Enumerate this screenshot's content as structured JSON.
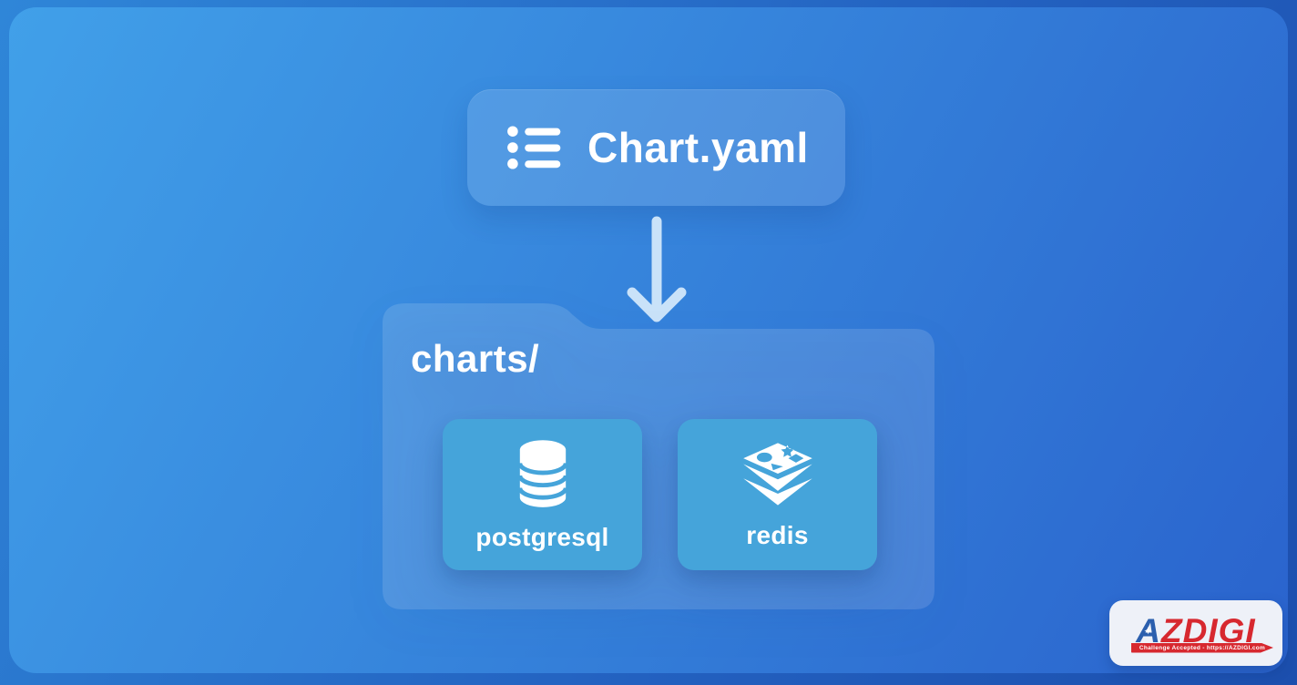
{
  "diagram": {
    "title_node": {
      "label": "Chart.yaml",
      "icon": "list-icon"
    },
    "connector": {
      "icon": "down-arrow-icon",
      "direction": "down"
    },
    "folder": {
      "label": "charts/",
      "children": [
        {
          "label": "postgresql",
          "icon": "database-icon"
        },
        {
          "label": "redis",
          "icon": "redis-stack-icon"
        }
      ]
    }
  },
  "watermark": {
    "brand_first_letter": "A",
    "brand_rest": "ZDIGI",
    "tagline": "Challenge Accepted - https://AZDIGI.com"
  },
  "colors": {
    "canvas_gradient_start": "#41a0e9",
    "canvas_gradient_end": "#2a63cd",
    "node_overlay": "rgba(255,255,255,0.13)",
    "card_fill": "#45a4da",
    "arrow_stroke": "#c9e2f9",
    "icon_white": "#ffffff",
    "brand_blue": "#2b5fae",
    "brand_red": "#d7282f"
  }
}
